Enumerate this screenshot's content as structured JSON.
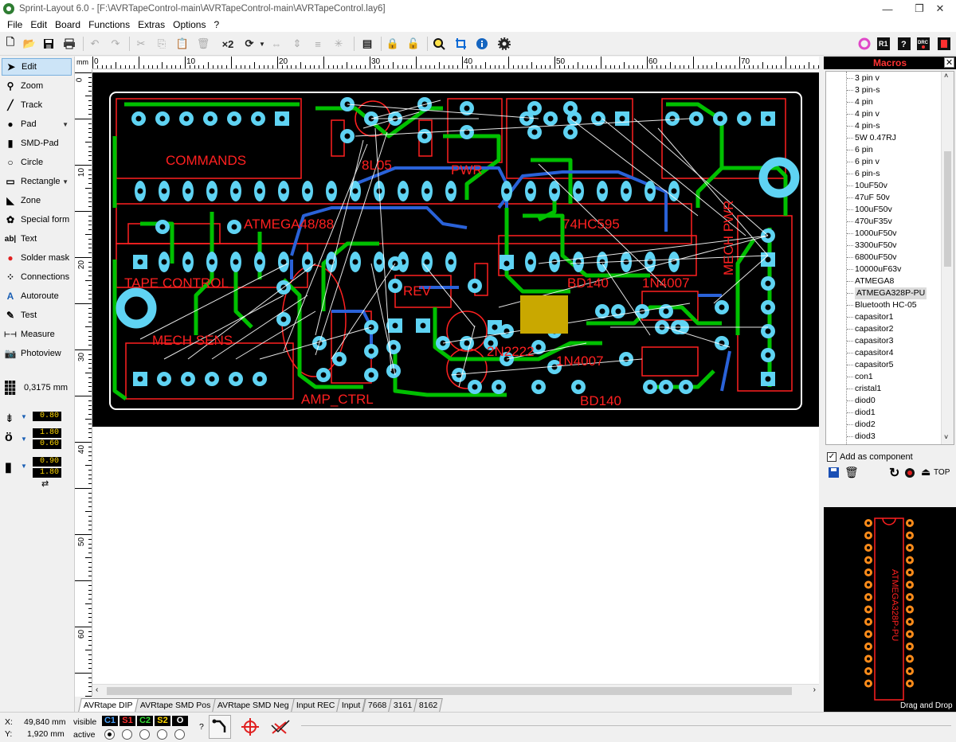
{
  "window": {
    "title": "Sprint-Layout 6.0 - [F:\\AVRTapeControl-main\\AVRTapeControl-main\\AVRTapeControl.lay6]",
    "minimize": "—",
    "maximize": "❐",
    "close": "✕"
  },
  "menu": [
    "File",
    "Edit",
    "Board",
    "Functions",
    "Extras",
    "Options",
    "?"
  ],
  "toolbar": {
    "zoom_x2": "×2"
  },
  "tools": [
    {
      "label": "Edit",
      "icon": "pointer-icon"
    },
    {
      "label": "Zoom",
      "icon": "zoom-icon"
    },
    {
      "label": "Track",
      "icon": "track-icon"
    },
    {
      "label": "Pad",
      "icon": "pad-icon"
    },
    {
      "label": "SMD-Pad",
      "icon": "smd-pad-icon"
    },
    {
      "label": "Circle",
      "icon": "circle-icon"
    },
    {
      "label": "Rectangle",
      "icon": "rectangle-icon"
    },
    {
      "label": "Zone",
      "icon": "zone-icon"
    },
    {
      "label": "Special form",
      "icon": "special-form-icon"
    },
    {
      "label": "Text",
      "icon": "text-icon"
    },
    {
      "label": "Solder mask",
      "icon": "solder-mask-icon"
    },
    {
      "label": "Connections",
      "icon": "connections-icon"
    },
    {
      "label": "Autoroute",
      "icon": "autoroute-icon"
    },
    {
      "label": "Test",
      "icon": "test-icon"
    },
    {
      "label": "Measure",
      "icon": "measure-icon"
    },
    {
      "label": "Photoview",
      "icon": "photoview-icon"
    }
  ],
  "grid": {
    "value": "0,3175 mm"
  },
  "params": {
    "track_width": "0.80",
    "pad_outer": "1.80",
    "pad_inner": "0.60",
    "smd_w": "0.90",
    "smd_h": "1.80"
  },
  "ruler": {
    "unit": "mm",
    "top_labels": [
      "0",
      "10",
      "20",
      "30",
      "40",
      "50",
      "60",
      "70"
    ],
    "left_labels": [
      "0",
      "10",
      "20",
      "30",
      "40",
      "50",
      "60"
    ]
  },
  "pcb_labels": {
    "commands": "COMMANDS",
    "u8l05": "8L05",
    "atmega": "ATMEGA48/88",
    "ic74": "74HC595",
    "tape_control": "TAPE CONTROL",
    "rev": "REV",
    "bd140a": "BD140",
    "n4007a": "1N4007",
    "mecs": "MECH SENS",
    "amp_ctrl": "AMP_CTRL",
    "n2222": "2N2222",
    "n4007b": "1N4007",
    "bd140b": "BD140",
    "mech_pwr": "MECH PWR",
    "pwr": "PWR"
  },
  "tabs": [
    "AVRtape DIP",
    "AVRtape SMD Pos",
    "AVRtape SMD Neg",
    "Input REC",
    "Input",
    "7668",
    "3161",
    "8162"
  ],
  "active_tab": 0,
  "macros": {
    "title": "Macros",
    "close": "✕",
    "items": [
      "3 pin v",
      "3 pin-s",
      "4 pin",
      "4 pin v",
      "4 pin-s",
      "5W 0.47RJ",
      "6 pin",
      "6 pin v",
      "6 pin-s",
      "10uF50v",
      "47uF 50v",
      "100uF50v",
      "470uF35v",
      "1000uF50v",
      "3300uF50v",
      "6800uF50v",
      "10000uF63v",
      "ATMEGA8",
      "ATMEGA328P-PU",
      "Bluetooth HC-05",
      "capasitor1",
      "capasitor2",
      "capasitor3",
      "capasitor4",
      "capasitor5",
      "con1",
      "cristal1",
      "diod0",
      "diod1",
      "diod2",
      "diod3"
    ],
    "selected": "ATMEGA328P-PU",
    "add_as_component": "Add as component",
    "top_label": "TOP",
    "preview_label": "ATMEGA328P-PU",
    "drag_drop": "Drag and Drop"
  },
  "status": {
    "x_label": "X:",
    "x_value": "49,840 mm",
    "y_label": "Y:",
    "y_value": "1,920 mm",
    "visible": "visible",
    "active": "active",
    "layers": [
      {
        "name": "C1",
        "color": "#4aa3ff"
      },
      {
        "name": "S1",
        "color": "#ff3030"
      },
      {
        "name": "C2",
        "color": "#33dd33"
      },
      {
        "name": "S2",
        "color": "#ffd800"
      },
      {
        "name": "O",
        "color": "#ffffff"
      }
    ],
    "help": "?"
  },
  "colors": {
    "pcb_bg": "#000000",
    "copper_top": "#00c000",
    "silk": "#ff2020",
    "pad": "#5fd3f3",
    "outline": "#ffffff",
    "macro_title": "#ff3333"
  }
}
